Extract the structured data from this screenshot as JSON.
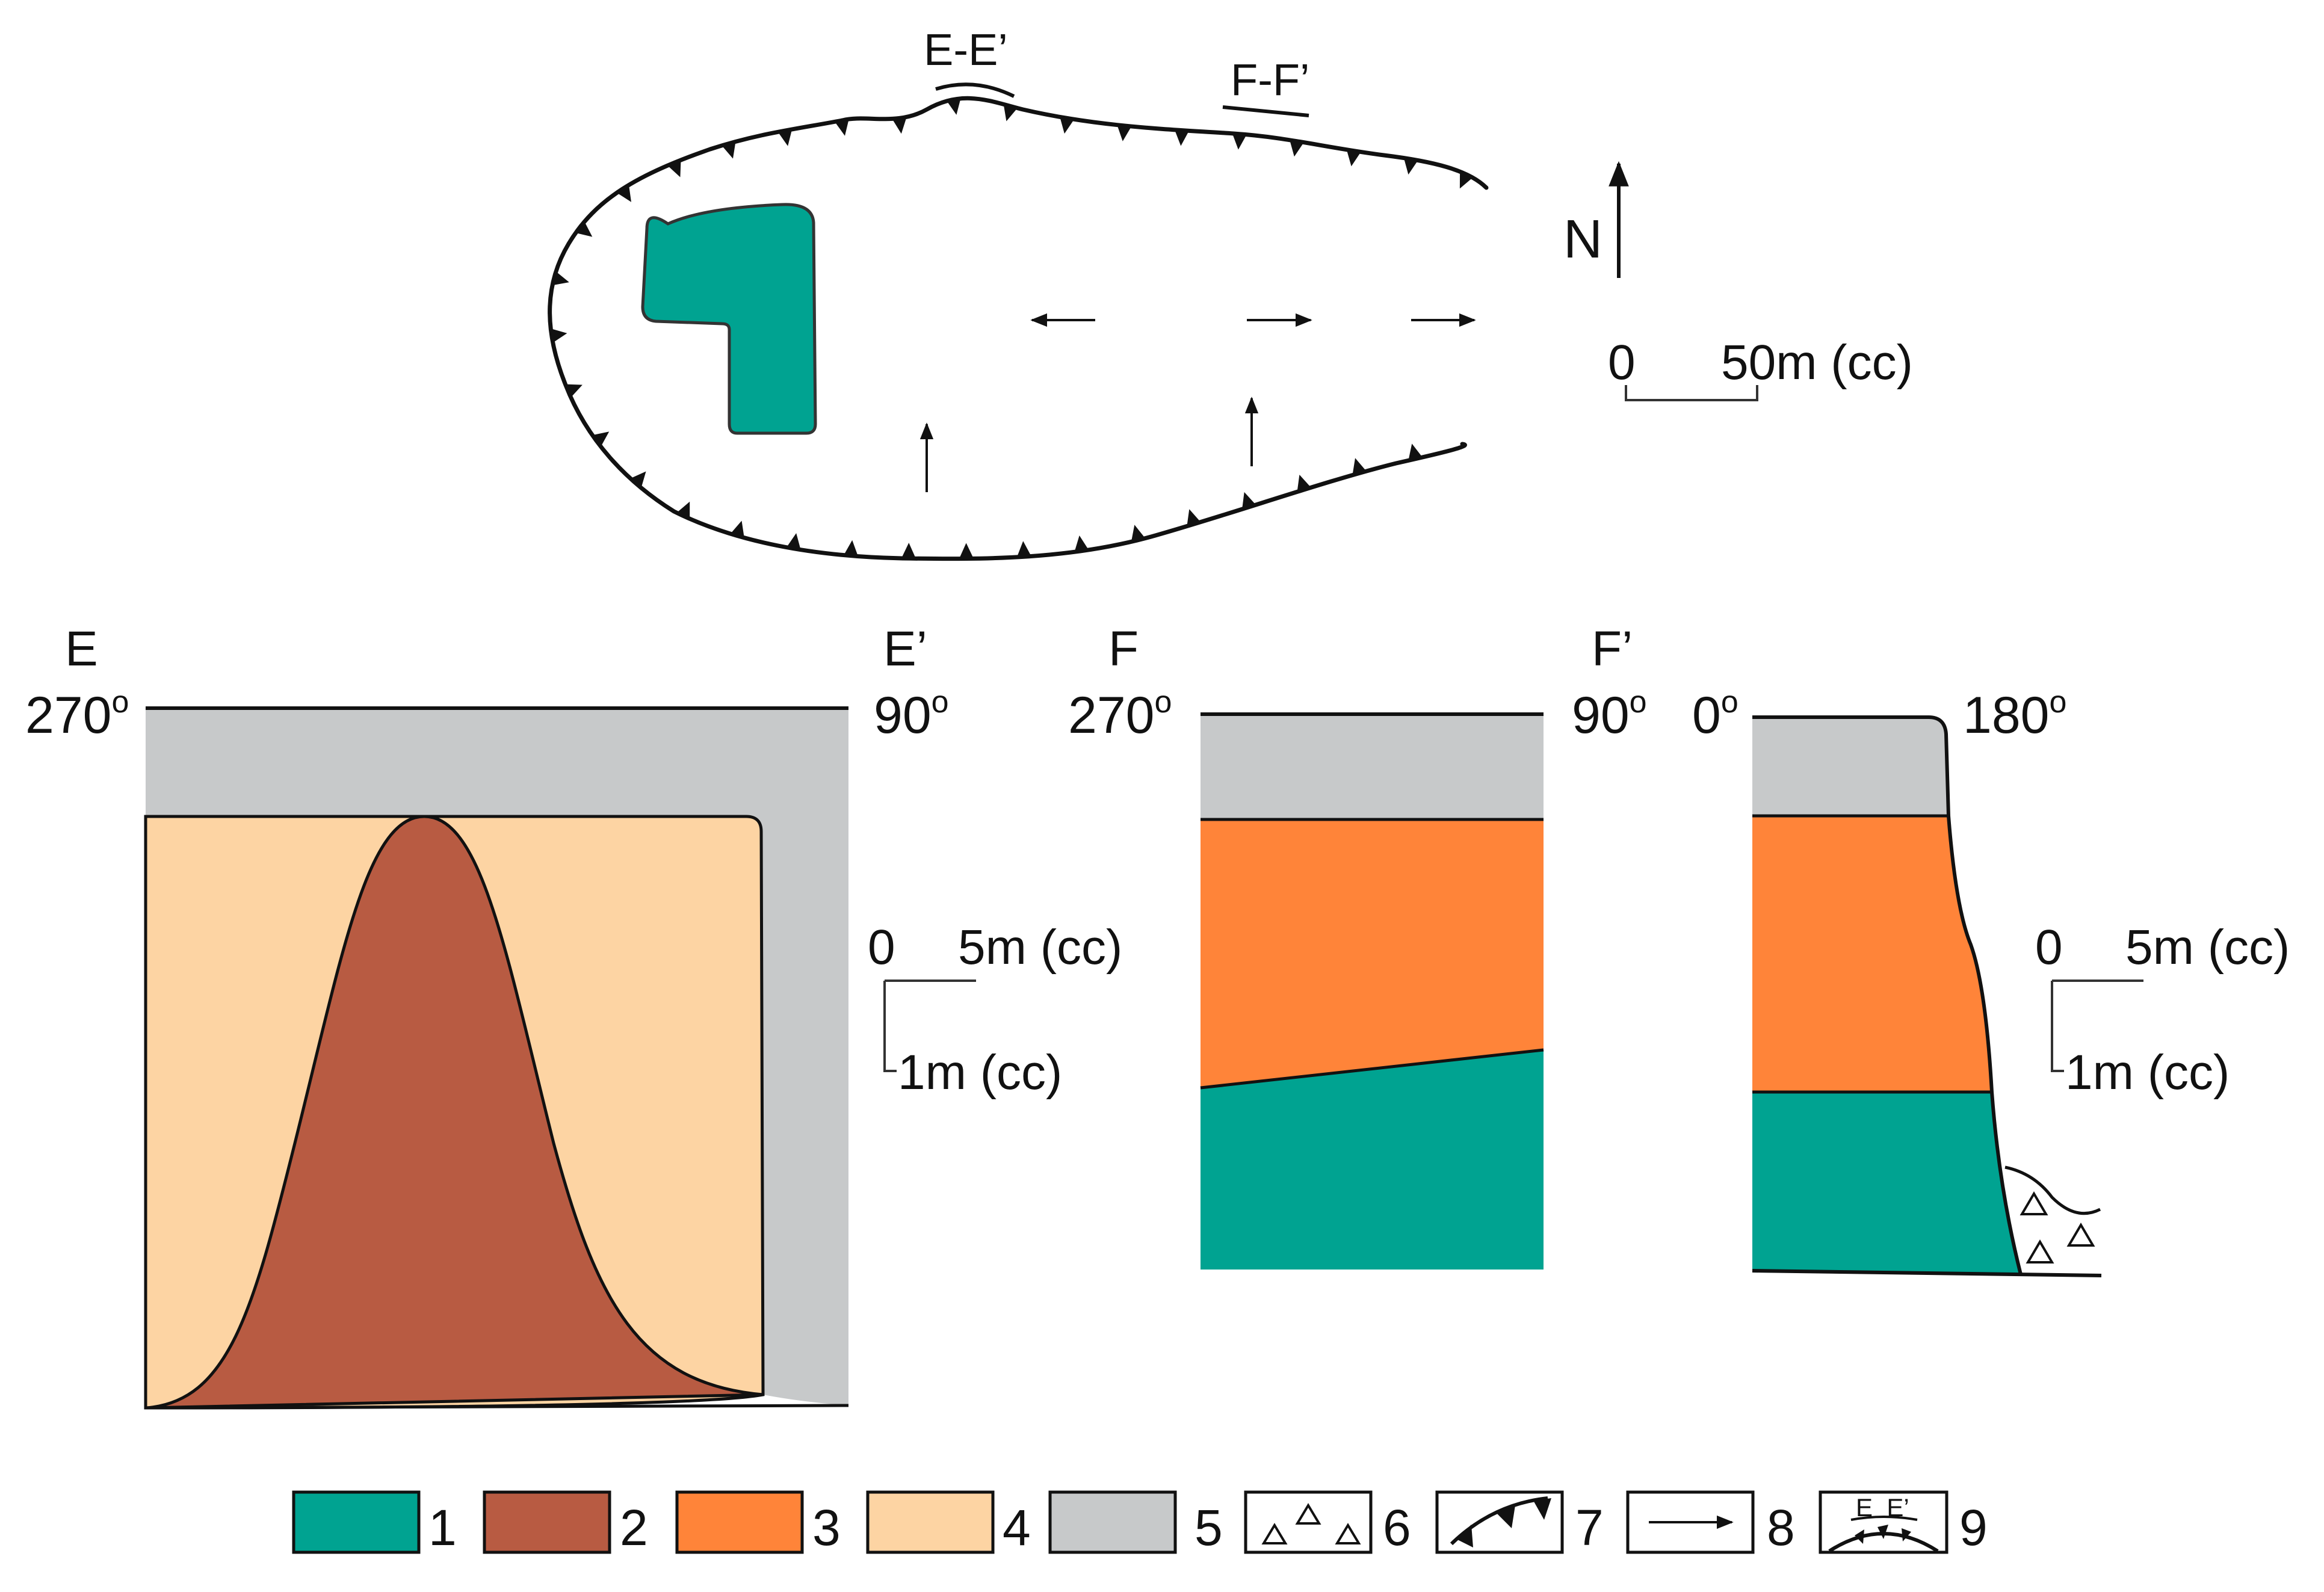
{
  "colors": {
    "unit1": "#00A391",
    "unit2": "#B85B42",
    "unit3": "#FF8439",
    "unit4": "#FDD4A3",
    "unit5": "#C7C9CA",
    "line": "#111111"
  },
  "map": {
    "section_ee": "E-E’",
    "section_ff": "F-F’",
    "north": "N",
    "scale_zero": "0",
    "scale_value": "50m (cc)"
  },
  "section_ee": {
    "left_label": "E",
    "right_label": "E’",
    "left_azimuth": "270",
    "right_azimuth": "90",
    "deg": "o"
  },
  "section_ff": {
    "left_label": "F",
    "right_label": "F’",
    "left_azimuth": "270",
    "right_azimuth": "90",
    "deg": "o"
  },
  "section_ns": {
    "left_azimuth": "0",
    "right_azimuth": "180",
    "deg": "o"
  },
  "section_scale": {
    "zero": "0",
    "horizontal": "5m (cc)",
    "vertical": "1m (cc)"
  },
  "legend": {
    "items": [
      "1",
      "2",
      "3",
      "4",
      "5",
      "6",
      "7",
      "8",
      "9"
    ],
    "icon9_text": "E  E’"
  }
}
